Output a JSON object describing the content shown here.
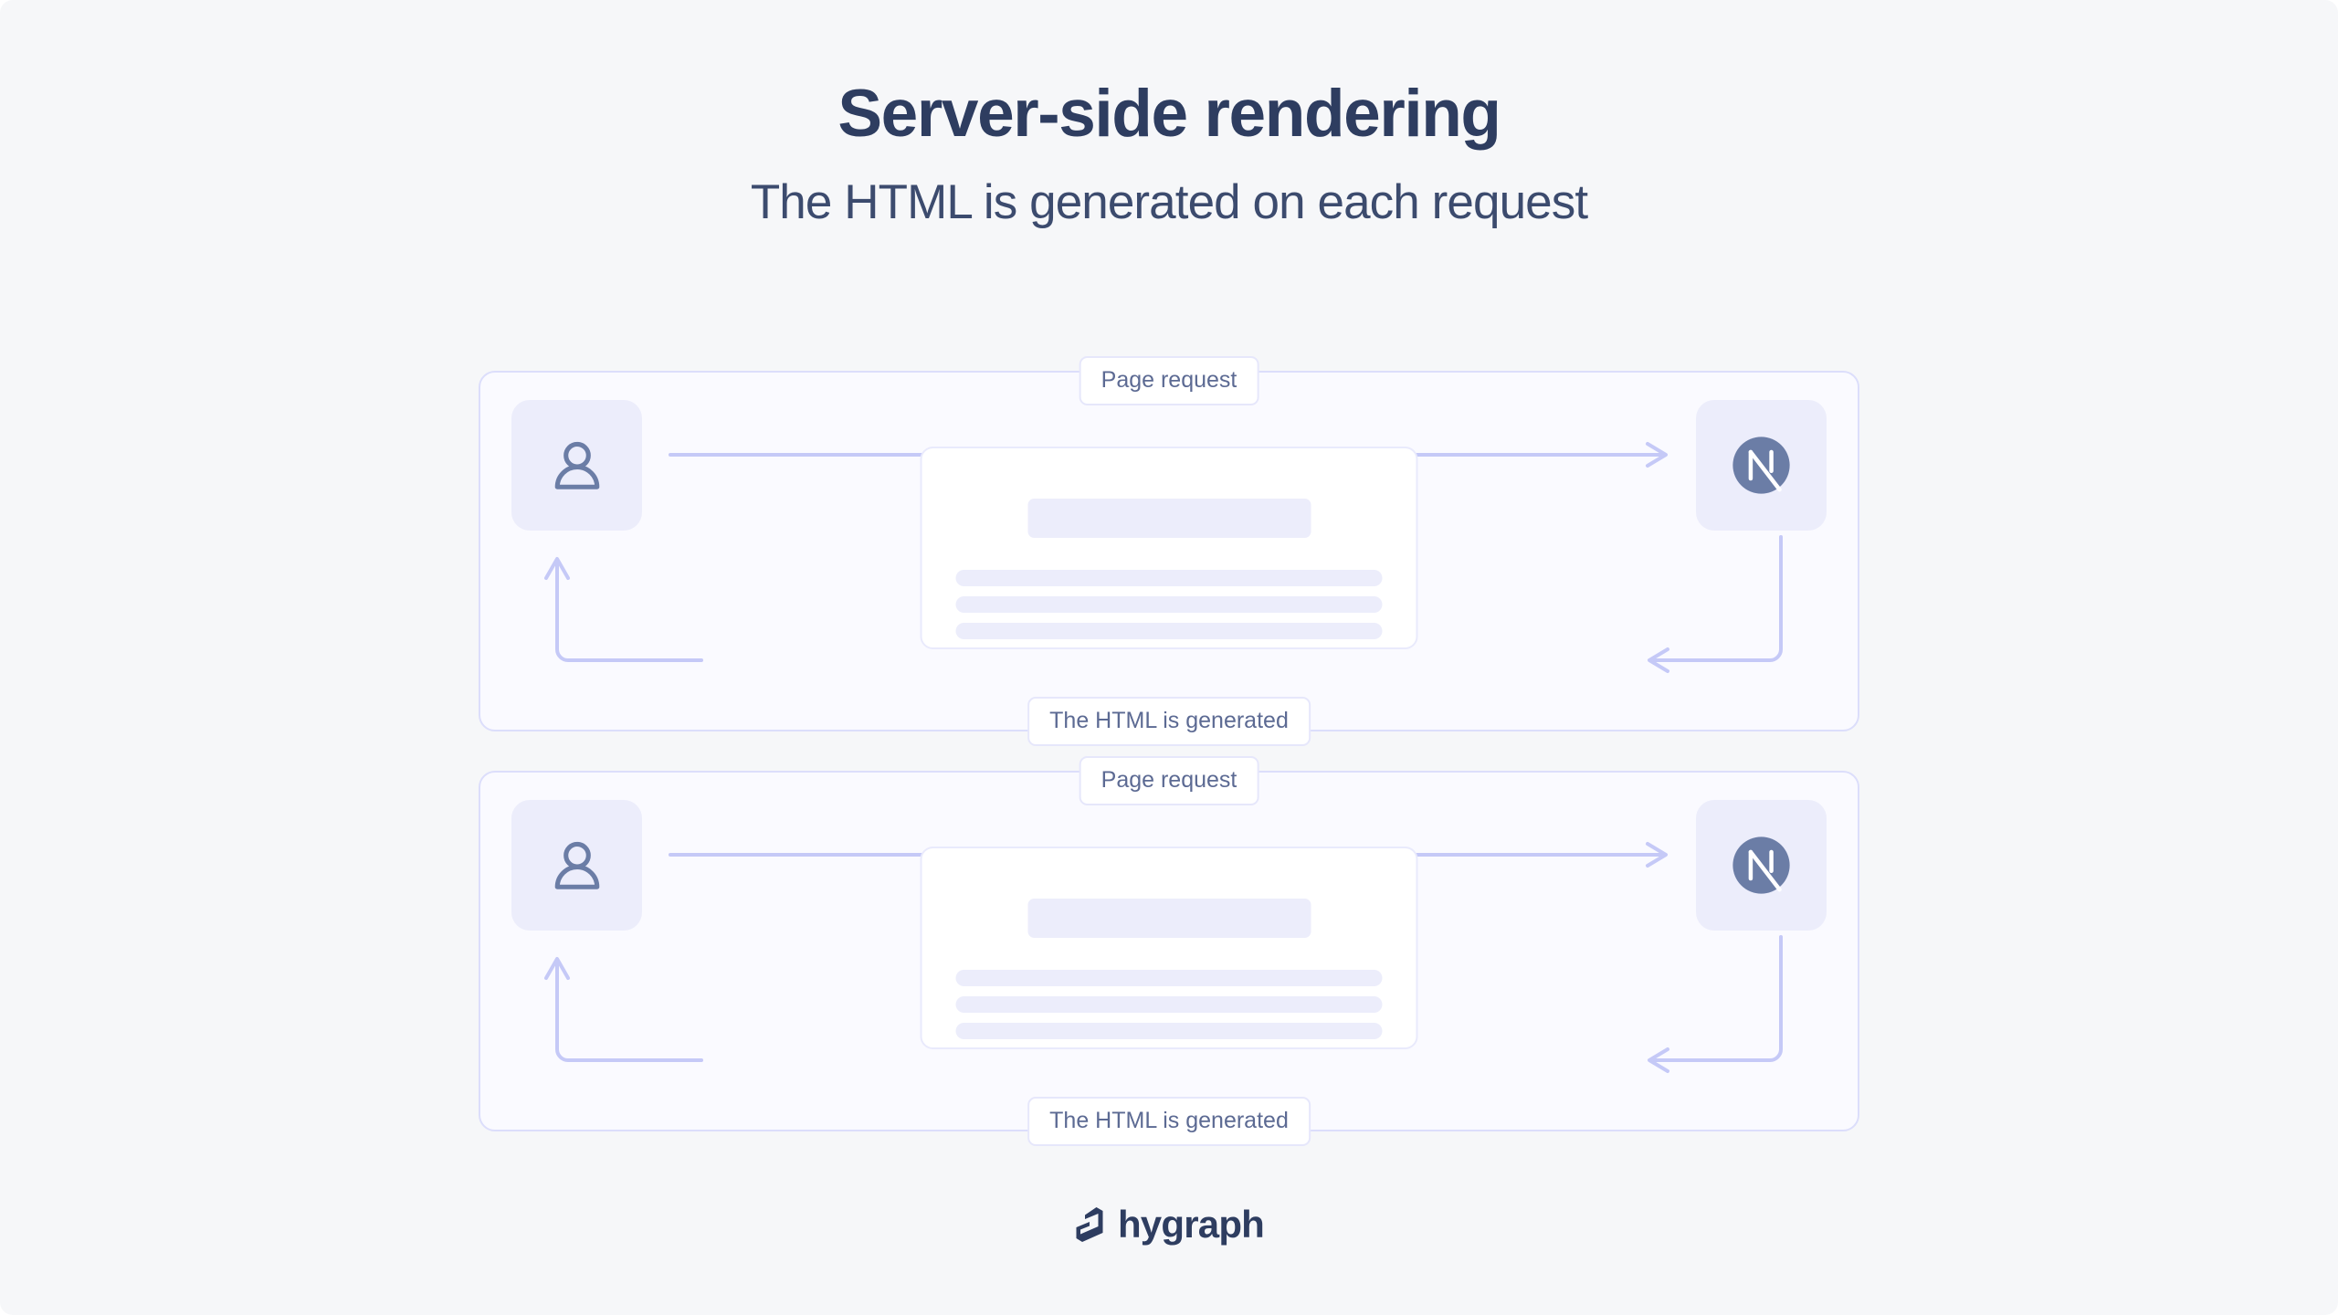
{
  "page": {
    "background_color": "#f6f7f9",
    "title": "Server-side rendering",
    "subtitle": "The HTML is generated on each request"
  },
  "colors": {
    "title_text": "#2e3d60",
    "subtitle_text": "#3c4b6e",
    "panel_fill": "#fafaff",
    "panel_border": "#dcdefb",
    "node_tile_fill": "#ecedfb",
    "icon_slate": "#6b7da6",
    "arrow_stroke": "#c5c9f7",
    "pill_text": "#5c6a93",
    "pill_border": "#e6e7fb",
    "skeleton_fill": "#ecedfb",
    "doc_border": "#e9eafc",
    "logo": "#2e3d60"
  },
  "flows": [
    {
      "id": "flow-1",
      "user_node": {
        "icon": "user-icon",
        "label": "User"
      },
      "server_node": {
        "icon": "nextjs-logo-icon",
        "label": "Next.js server"
      },
      "request_label": "Page request",
      "response_label": "The HTML is generated",
      "document": {
        "title_placeholder": "title-skeleton",
        "lines": [
          "line-skeleton-1",
          "line-skeleton-2",
          "line-skeleton-3"
        ]
      }
    },
    {
      "id": "flow-2",
      "user_node": {
        "icon": "user-icon",
        "label": "User"
      },
      "server_node": {
        "icon": "nextjs-logo-icon",
        "label": "Next.js server"
      },
      "request_label": "Page request",
      "response_label": "The HTML is generated",
      "document": {
        "title_placeholder": "title-skeleton",
        "lines": [
          "line-skeleton-1",
          "line-skeleton-2",
          "line-skeleton-3"
        ]
      }
    }
  ],
  "footer": {
    "brand": "hygraph",
    "logo_icon": "hygraph-mark-icon"
  }
}
